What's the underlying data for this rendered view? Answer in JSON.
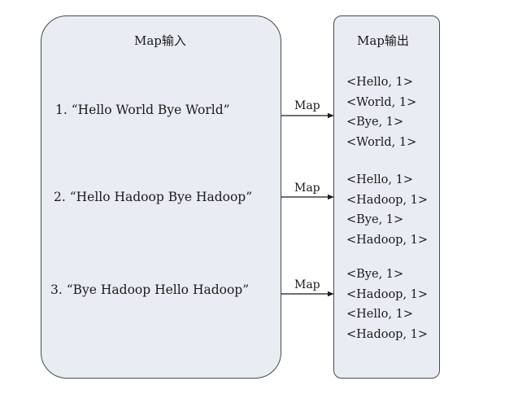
{
  "input_panel": {
    "title": "Map输入",
    "lines": [
      "1. “Hello World Bye World”",
      "2. “Hello Hadoop Bye Hadoop”",
      "3. “Bye Hadoop Hello Hadoop”"
    ]
  },
  "arrows": [
    "Map",
    "Map",
    "Map"
  ],
  "output_panel": {
    "title": "Map输出",
    "groups": [
      [
        "<Hello, 1>",
        "<World, 1>",
        "<Bye, 1>",
        "<World, 1>"
      ],
      [
        "<Hello, 1>",
        "<Hadoop, 1>",
        "<Bye, 1>",
        "<Hadoop, 1>"
      ],
      [
        "<Bye, 1>",
        "<Hadoop, 1>",
        "<Hello, 1>",
        "<Hadoop, 1>"
      ]
    ]
  },
  "colors": {
    "panel_fill": "#e9edf3",
    "border": "#4a4a4a",
    "text": "#1a1a1a"
  }
}
